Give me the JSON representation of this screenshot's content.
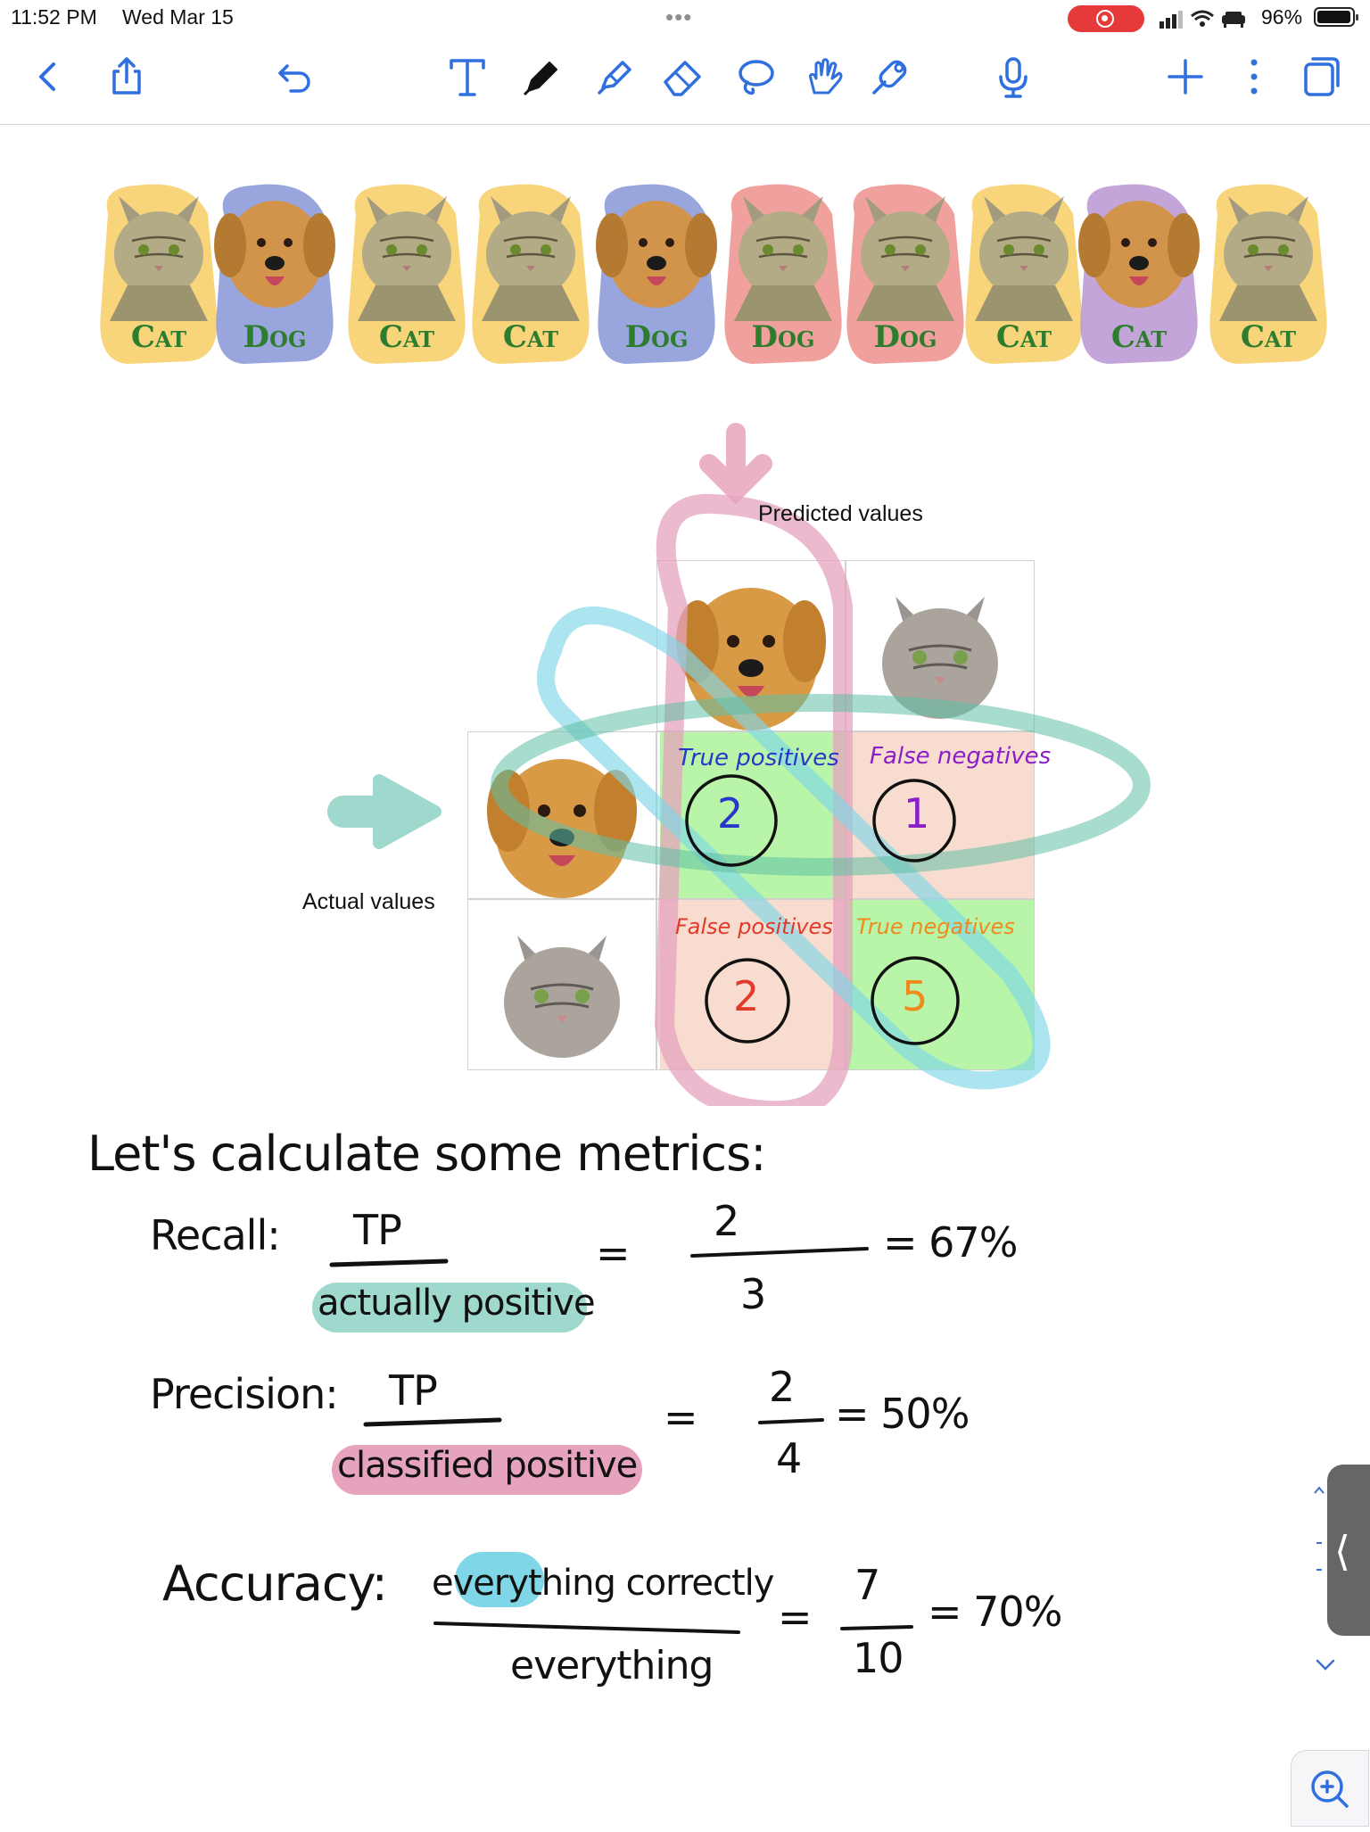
{
  "status_bar": {
    "time": "11:52 PM",
    "date": "Wed Mar 15",
    "battery": "96%"
  },
  "toolbar": {
    "icons": [
      "back-icon",
      "share-icon",
      "undo-icon",
      "text-tool-icon",
      "pen-icon",
      "highlighter-icon",
      "eraser-icon",
      "lasso-icon",
      "hand-icon",
      "laser-pointer-icon",
      "microphone-icon",
      "add-icon",
      "more-icon",
      "pages-icon"
    ]
  },
  "note": {
    "animal_strip": [
      {
        "label": "Cat",
        "animal": "cat",
        "highlight": "#f6c95a"
      },
      {
        "label": "Dog",
        "animal": "dog",
        "highlight": "#7f8fd4"
      },
      {
        "label": "Cat",
        "animal": "cat",
        "highlight": "#f6c95a"
      },
      {
        "label": "Cat",
        "animal": "cat",
        "highlight": "#f6c95a"
      },
      {
        "label": "Dog",
        "animal": "dog",
        "highlight": "#7f8fd4"
      },
      {
        "label": "Dog",
        "animal": "cat",
        "highlight": "#ec8a86"
      },
      {
        "label": "Dog",
        "animal": "cat",
        "highlight": "#ec8a86"
      },
      {
        "label": "Cat",
        "animal": "cat",
        "highlight": "#f6c95a"
      },
      {
        "label": "Cat",
        "animal": "dog",
        "highlight": "#b58fd0"
      },
      {
        "label": "Cat",
        "animal": "cat",
        "highlight": "#f6c95a"
      }
    ],
    "matrix": {
      "predicted_label": "Predicted values",
      "actual_label": "Actual values",
      "tp_label": "True positives",
      "tp_value": "2",
      "fn_label": "False negatives",
      "fn_value": "1",
      "fp_label": "False positives",
      "fp_value": "2",
      "tn_label": "True negatives",
      "tn_value": "5"
    },
    "heading": "Let's calculate some metrics:",
    "recall": {
      "label": "Recall:",
      "num": "TP",
      "den": "actually positive",
      "eq": "=",
      "frac_num": "2",
      "frac_den": "3",
      "result": "= 67%"
    },
    "precision": {
      "label": "Precision:",
      "num": "TP",
      "den": "classified positive",
      "eq": "=",
      "frac_num": "2",
      "frac_den": "4",
      "result": "= 50%"
    },
    "accuracy": {
      "label": "Accuracy:",
      "num": "everything correctly",
      "den": "everything",
      "eq": "=",
      "frac_num": "7",
      "frac_den": "10",
      "result": "= 70%"
    }
  },
  "colors": {
    "dog_highlight": "#7f8fd4",
    "cat_highlight": "#f6c95a",
    "wrong_highlight": "#ec8a86",
    "teal_ink": "#9fd8cd",
    "pink_ink": "#e6a3bd",
    "cyan_ink": "#7fd6e6",
    "label_green": "#2e7d2e",
    "tp_fill": "#b8f5a8",
    "fp_fill": "#f8dcd0"
  }
}
